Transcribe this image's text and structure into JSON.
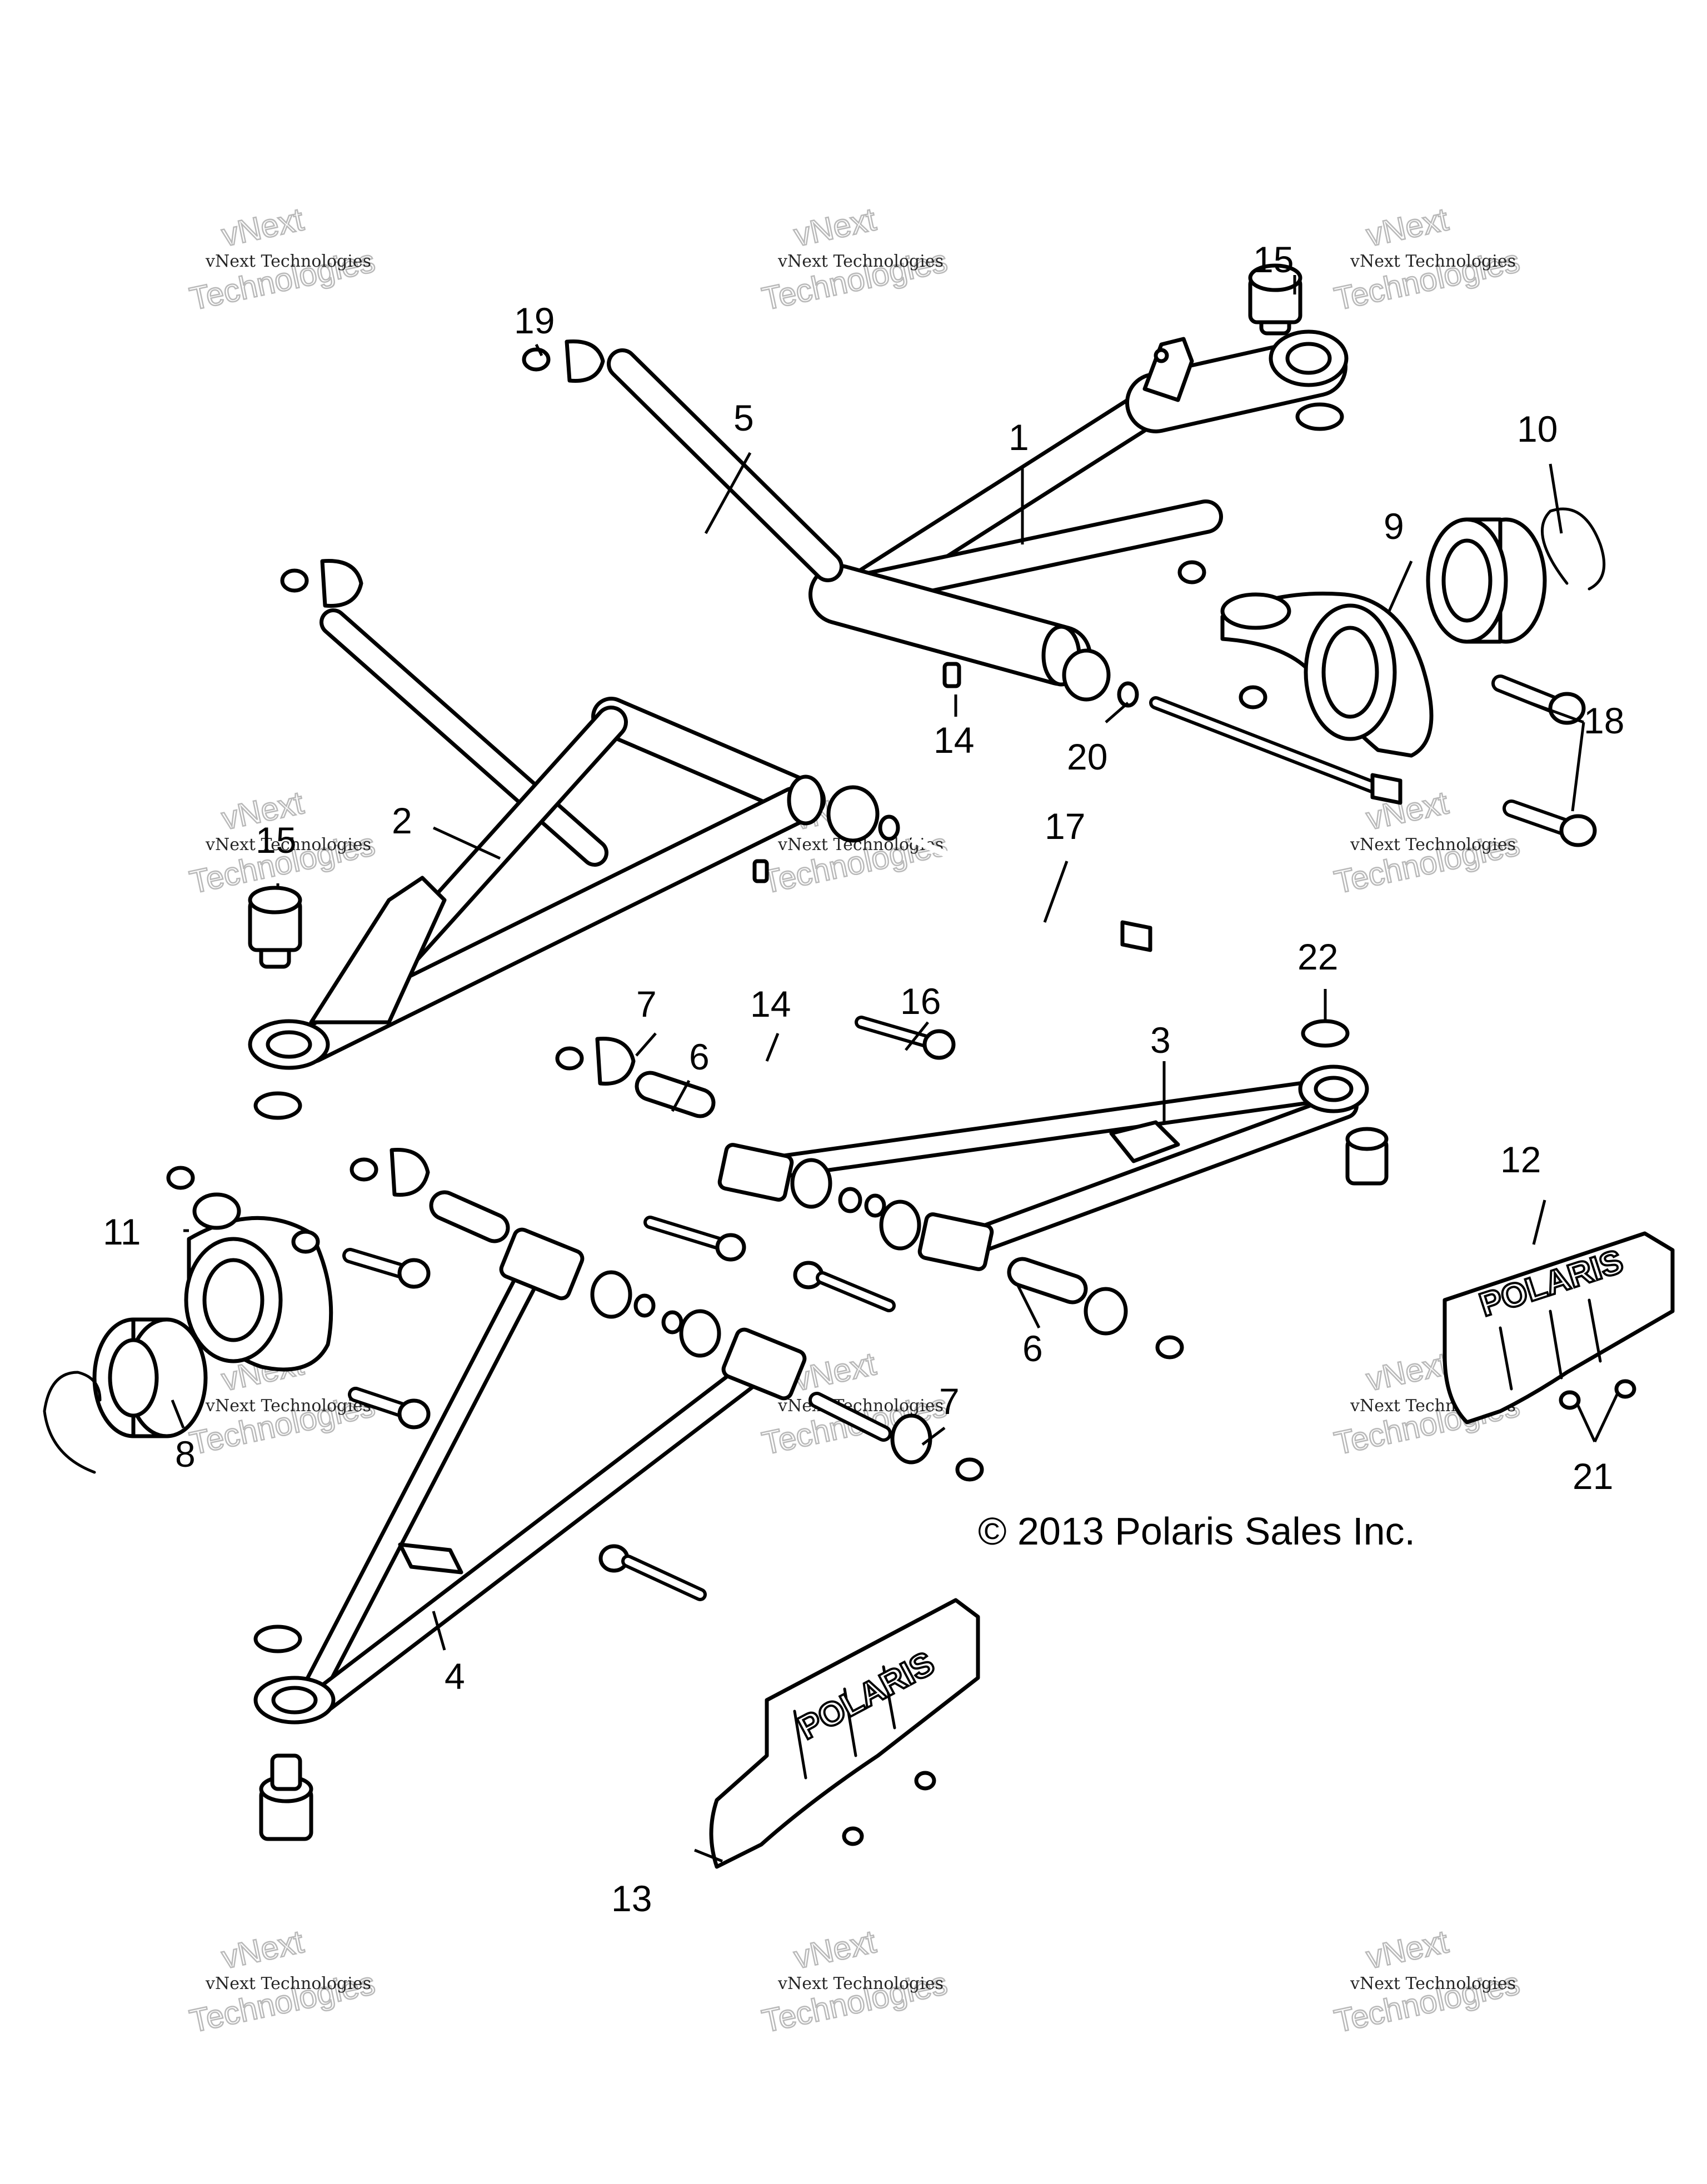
{
  "copyright": "© 2013 Polaris Sales Inc.",
  "watermark": {
    "line1": "vNext Technologies",
    "line2": "Technologies",
    "line3": "vNext"
  },
  "logo_text": "POLARIS",
  "callouts": [
    "1",
    "2",
    "3",
    "4",
    "5",
    "6",
    "6",
    "7",
    "7",
    "8",
    "9",
    "10",
    "11",
    "12",
    "13",
    "14",
    "14",
    "15",
    "15",
    "16",
    "17",
    "18",
    "19",
    "20",
    "21",
    "22"
  ]
}
